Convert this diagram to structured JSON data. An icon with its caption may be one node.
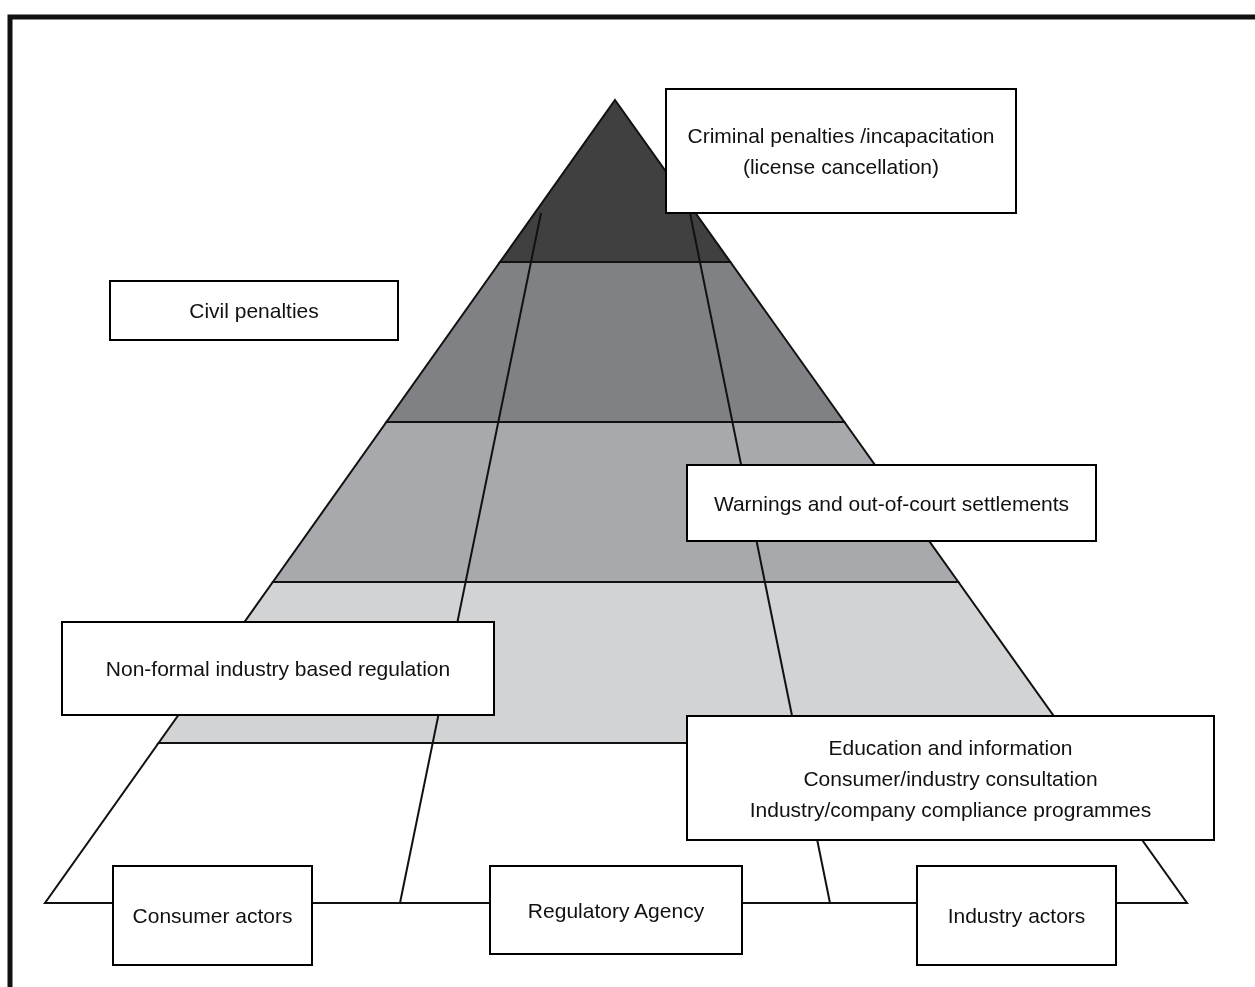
{
  "diagram": {
    "nodes": [
      {
        "text": [
          "Criminal penalties /incapacitation (license cancellation)"
        ]
      },
      {
        "text": [
          "Civil penalties"
        ]
      },
      {
        "text": [
          "Warnings and out-of-court settlements"
        ]
      },
      {
        "text": [
          "Non-formal industry based regulation"
        ]
      },
      {
        "text": [
          "Education and information",
          "Consumer/industry consultation",
          "Industry/company compliance programmes"
        ]
      },
      {
        "text": [
          "Consumer actors"
        ]
      },
      {
        "text": [
          "Regulatory Agency"
        ]
      },
      {
        "text": [
          "Industry actors"
        ]
      }
    ]
  }
}
